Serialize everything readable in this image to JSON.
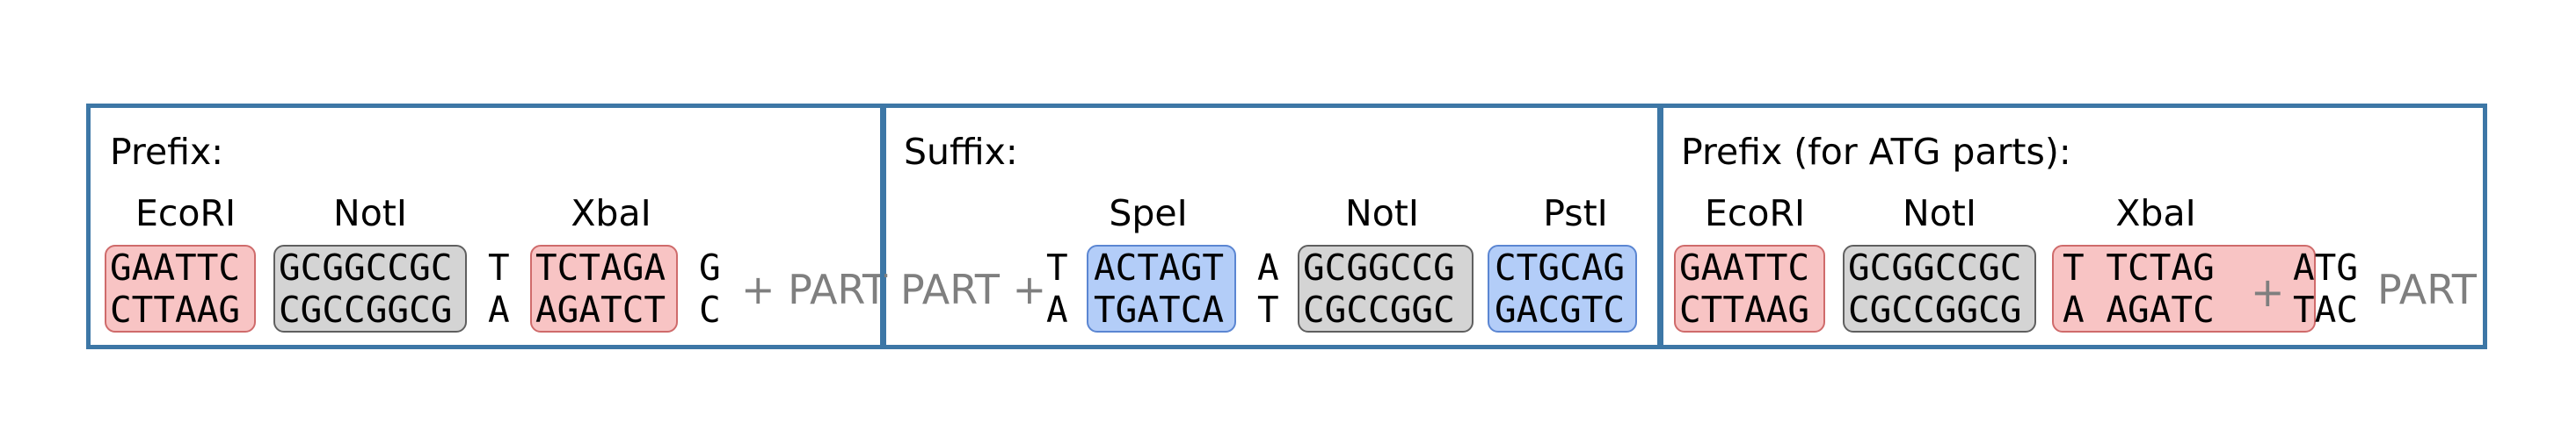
{
  "prefix": {
    "title": "Prefix:",
    "enzymes": [
      "EcoRI",
      "NotI",
      "XbaI"
    ],
    "ecori": {
      "top": "GAATTC",
      "bottom": "CTTAAG"
    },
    "noti": {
      "top": "GCGGCCGC",
      "bottom": "CGCCGGCG"
    },
    "spacer": {
      "top": "T",
      "bottom": "A"
    },
    "xbai": {
      "top": "TCTAGA",
      "bottom": "AGATCT"
    },
    "overhang": {
      "top": "G",
      "bottom": "C"
    },
    "part_label": "+ PART"
  },
  "suffix": {
    "title": "Suffix:",
    "part_label": "PART +",
    "enzymes": [
      "SpeI",
      "NotI",
      "PstI"
    ],
    "lead": {
      "top": "T",
      "bottom": "A"
    },
    "spei": {
      "top": "ACTAGT",
      "bottom": "TGATCA"
    },
    "spacer": {
      "top": "A",
      "bottom": "T"
    },
    "noti": {
      "top": "GCGGCCG",
      "bottom": "CGCCGGC"
    },
    "psti": {
      "top": "CTGCAG",
      "bottom": "GACGTC"
    }
  },
  "atg_prefix": {
    "title": "Prefix (for ATG parts):",
    "enzymes": [
      "EcoRI",
      "NotI",
      "XbaI"
    ],
    "ecori": {
      "top": "GAATTC",
      "bottom": "CTTAAG"
    },
    "noti": {
      "top": "GCGGCCGC",
      "bottom": "CGCCGGCG"
    },
    "xbai": {
      "top": "T  TCTAG",
      "bottom": "A  AGATC"
    },
    "plus": "+",
    "atg": {
      "top": "ATG",
      "bottom": "TAC"
    },
    "part_label": "PART"
  },
  "colors": {
    "border": "#3d77a6",
    "red": "#f8c4c4",
    "gray": "#d4d4d4",
    "blue": "#b3cdf8",
    "part_text": "#7f7f7f"
  }
}
